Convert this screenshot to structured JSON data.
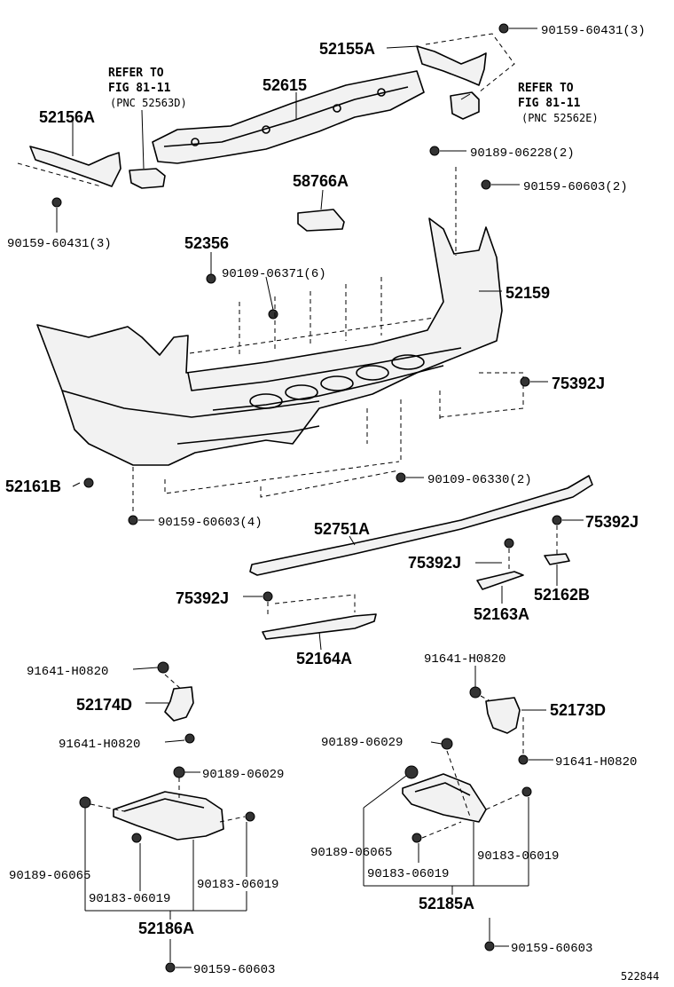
{
  "labels": {
    "p90159_60431_top": "90159-60431(3)",
    "p52155A": "52155A",
    "p52615": "52615",
    "refer_left_1": "REFER TO",
    "refer_left_2": "FIG 81-11",
    "refer_left_3": "(PNC 52563D)",
    "refer_right_1": "REFER TO",
    "refer_right_2": "FIG 81-11",
    "refer_right_3": "(PNC 52562E)",
    "p52156A": "52156A",
    "p90189_06228": "90189-06228(2)",
    "p90159_60603_2": "90159-60603(2)",
    "p58766A": "58766A",
    "p90159_60431_left": "90159-60431(3)",
    "p52356": "52356",
    "p90109_06371": "90109-06371(6)",
    "p52159": "52159",
    "p75392J_a": "75392J",
    "p52161B": "52161B",
    "p90109_06330": "90109-06330(2)",
    "p90159_60603_4": "90159-60603(4)",
    "p52751A": "52751A",
    "p75392J_b": "75392J",
    "p75392J_c": "75392J",
    "p52162B": "52162B",
    "p75392J_d": "75392J",
    "p52163A": "52163A",
    "p52164A": "52164A",
    "p91641_H0820_a": "91641-H0820",
    "p91641_H0820_b": "91641-H0820",
    "p52174D": "52174D",
    "p52173D": "52173D",
    "p91641_H0820_c": "91641-H0820",
    "p90189_06029_a": "90189-06029",
    "p91641_H0820_d": "91641-H0820",
    "p90189_06029_b": "90189-06029",
    "p90189_06065_a": "90189-06065",
    "p90183_06019_a": "90183-06019",
    "p90183_06019_b": "90183-06019",
    "p52186A": "52186A",
    "p90159_60603_c": "90159-60603",
    "p90189_06065_b": "90189-06065",
    "p90183_06019_c": "90183-06019",
    "p90183_06019_d": "90183-06019",
    "p52185A": "52185A",
    "p90159_60603_d": "90159-60603",
    "diagram_id": "522844"
  }
}
